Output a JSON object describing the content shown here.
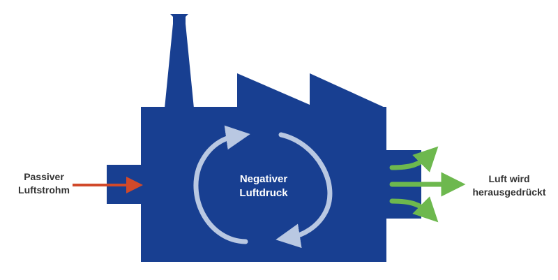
{
  "labels": {
    "passive_airflow": [
      "Passiver",
      "Luftstrohm"
    ],
    "negative_pressure": [
      "Negativer",
      "Luftdruck"
    ],
    "air_pushed_out": [
      "Luft wird",
      "herausgedrückt"
    ]
  },
  "colors": {
    "factory": "#183f91",
    "circulation_arrows": "#b9c8e2",
    "inflow_arrow": "#d1492a",
    "outflow_arrows": "#6db84e",
    "label_text": "#333333",
    "inner_text": "#ffffff"
  },
  "icons": {
    "building": "factory-icon",
    "inflow": "red-arrow-icon",
    "circulation": "circular-arrows-icon",
    "outflow": "green-arrows-icon"
  }
}
